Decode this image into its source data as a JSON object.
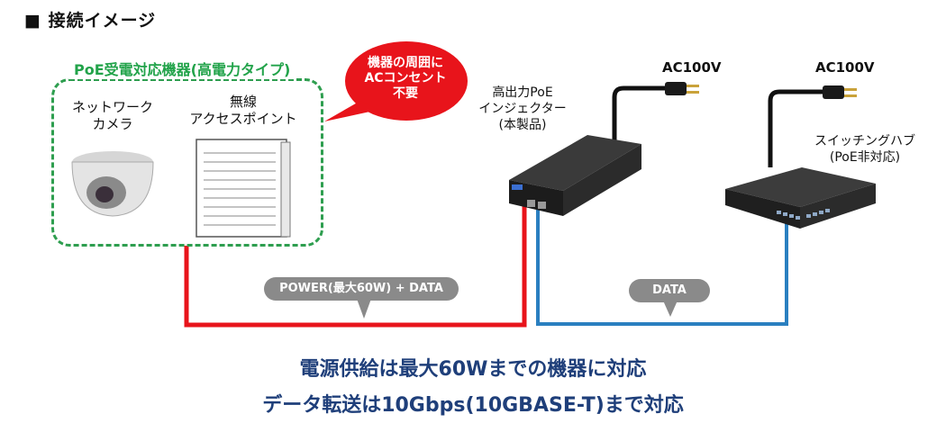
{
  "heading": "■ 接続イメージ",
  "powered_devices": {
    "group_title": "PoE受電対応機器(高電力タイプ)",
    "camera_label_1": "ネットワーク",
    "camera_label_2": "カメラ",
    "ap_label_1": "無線",
    "ap_label_2": "アクセスポイント"
  },
  "callout": {
    "line1": "機器の周囲に",
    "line2": "ACコンセント",
    "line3": "不要"
  },
  "injector": {
    "line1": "高出力PoE",
    "line2": "インジェクター",
    "line3": "(本製品)",
    "power": "AC100V"
  },
  "switch": {
    "line1": "スイッチングハブ",
    "line2": "(PoE非対応)",
    "power": "AC100V"
  },
  "links": {
    "power_data": "POWER(最大60W) + DATA",
    "data": "DATA"
  },
  "footer": {
    "line1": "電源供給は最大60Wまでの機器に対応",
    "line2": "データ転送は10Gbps(10GBASE-T)まで対応"
  },
  "colors": {
    "power_cable": "#e8141b",
    "data_cable": "#2a7fc0",
    "callout": "#e8141b",
    "group_border": "#2e9e4f",
    "footer_text": "#1f3f7a"
  }
}
